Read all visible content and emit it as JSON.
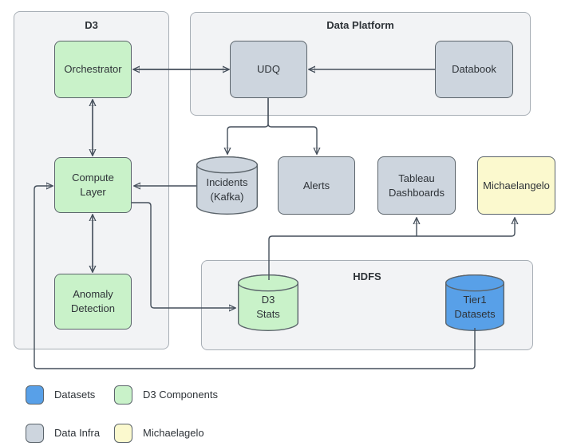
{
  "colors": {
    "datasets_blue": "#58a0e8",
    "d3_components_green": "#c9f2c9",
    "data_infra_gray": "#cdd5de",
    "michaelagelo_yellow": "#fbf9ce"
  },
  "containers": {
    "d3": {
      "title": "D3"
    },
    "data_platform": {
      "title": "Data Platform"
    },
    "hdfs": {
      "title": "HDFS"
    }
  },
  "nodes": {
    "orchestrator": {
      "label": "Orchestrator"
    },
    "compute_layer": {
      "label": "Compute\nLayer"
    },
    "anomaly_detection": {
      "label": "Anomaly\nDetection"
    },
    "udq": {
      "label": "UDQ"
    },
    "databook": {
      "label": "Databook"
    },
    "incidents_kafka": {
      "label": "Incidents\n(Kafka)"
    },
    "alerts": {
      "label": "Alerts"
    },
    "tableau_dashboards": {
      "label": "Tableau\nDashboards"
    },
    "michaelangelo": {
      "label": "Michaelangelo"
    },
    "d3_stats": {
      "label": "D3\nStats"
    },
    "tier1_datasets": {
      "label": "Tier1\nDatasets"
    }
  },
  "legend": {
    "items": [
      {
        "label": "Datasets"
      },
      {
        "label": "D3 Components"
      },
      {
        "label": "Data Infra"
      },
      {
        "label": "Michaelagelo"
      }
    ]
  }
}
